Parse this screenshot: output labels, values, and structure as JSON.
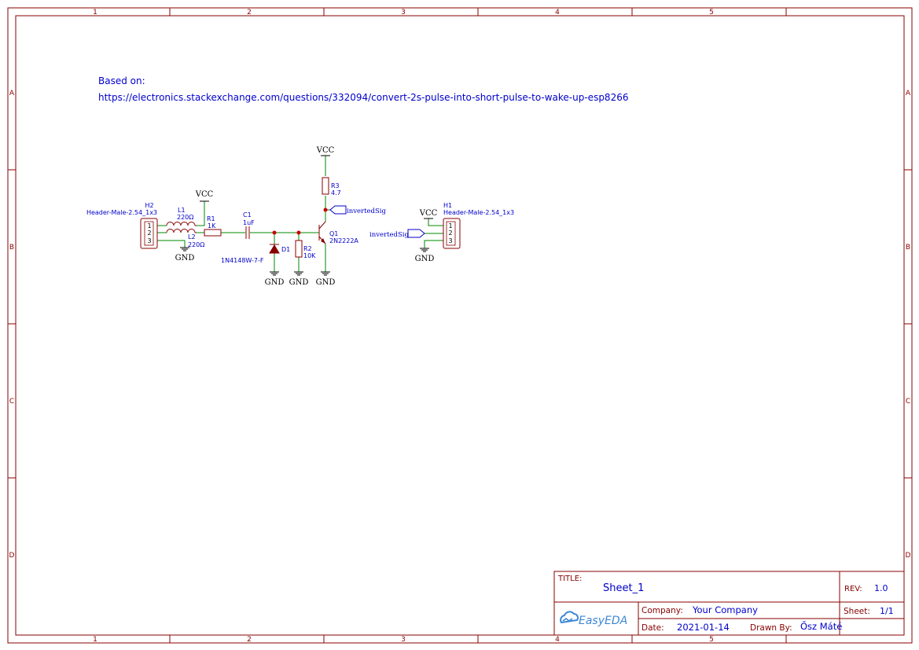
{
  "frame": {
    "columns": [
      "1",
      "2",
      "3",
      "4",
      "5"
    ],
    "rows": [
      "A",
      "B",
      "C",
      "D"
    ]
  },
  "notes": {
    "line1": "Based on:",
    "line2": "https://electronics.stackexchange.com/questions/332094/convert-2s-pulse-into-short-pulse-to-wake-up-esp8266"
  },
  "components": {
    "h2": {
      "ref": "H2",
      "value": "Header-Male-2.54_1x3",
      "pins": [
        "1",
        "2",
        "3"
      ]
    },
    "h1": {
      "ref": "H1",
      "value": "Header-Male-2.54_1x3",
      "pins": [
        "1",
        "2",
        "3"
      ]
    },
    "l1": {
      "ref": "L1",
      "value": "220Ω"
    },
    "l2": {
      "ref": "L2",
      "value": "220Ω"
    },
    "r1": {
      "ref": "R1",
      "value": "1K"
    },
    "r2": {
      "ref": "R2",
      "value": "10K"
    },
    "r3": {
      "ref": "R3",
      "value": "4.7"
    },
    "c1": {
      "ref": "C1",
      "value": "1uF"
    },
    "d1": {
      "ref": "D1",
      "value": "1N4148W-7-F"
    },
    "q1": {
      "ref": "Q1",
      "value": "2N2222A"
    }
  },
  "power": {
    "vcc": "VCC",
    "gnd": "GND"
  },
  "net_labels": {
    "inverted_sig": "invertedSig"
  },
  "colors": {
    "frame": "#880000",
    "wire": "#008800",
    "text": "#0000cc",
    "junction": "#cc0000"
  },
  "title_block": {
    "title_label": "TITLE:",
    "title": "Sheet_1",
    "rev_label": "REV:",
    "rev": "1.0",
    "logo": "EasyEDA",
    "company_label": "Company:",
    "company": "Your Company",
    "sheet_label": "Sheet:",
    "sheet": "1/1",
    "date_label": "Date:",
    "date": "2021-01-14",
    "drawn_label": "Drawn By:",
    "drawn_by": "Ősz Máté"
  }
}
